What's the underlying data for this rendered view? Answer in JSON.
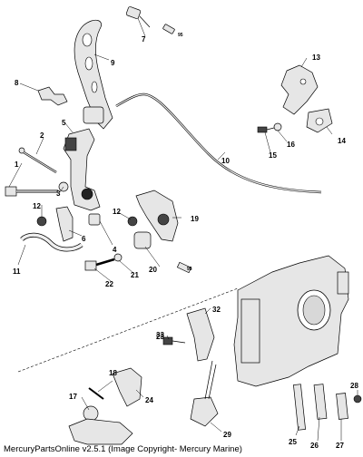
{
  "callouts": [
    "1",
    "2",
    "3",
    "4",
    "5",
    "6",
    "7",
    "8",
    "9",
    "10",
    "11",
    "12",
    "12",
    "13",
    "14",
    "15",
    "16",
    "17",
    "18",
    "19",
    "20",
    "21",
    "22",
    "23",
    "24",
    "25",
    "26",
    "27",
    "28",
    "29",
    "32",
    "33"
  ],
  "notes": {
    "grease": "95"
  },
  "footer": {
    "text": "MercuryPartsOnline v2.5.1 (Image Copyright- Mercury Marine)"
  }
}
